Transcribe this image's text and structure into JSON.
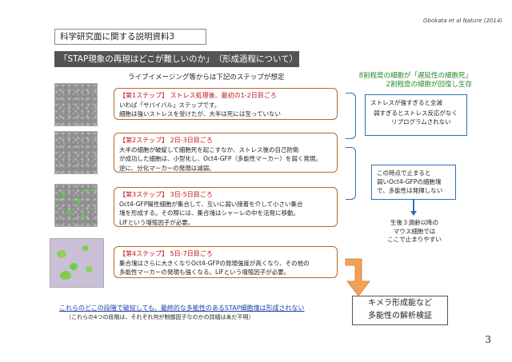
{
  "citation": "Obokata et al Nature (2014)",
  "title": "科学研究面に関する説明資料3",
  "subtitle": "「STAP現象の再現はどこが難しいのか」　（形成過程について）",
  "live_note": "ライブイメージング等からは下記のステップが想定",
  "right_header": {
    "line1": "8割程度の細胞が「遅延性の細胞死」",
    "line2": "2割程度の細胞が回復し生存"
  },
  "steps": [
    {
      "title": "【第1ステップ】 ストレス処理後、最初の1-2日目ごろ",
      "lines": [
        "いわば「サバイバル」ステップです。",
        "細胞は強いストレスを受けたが、大半は死には至っていない"
      ]
    },
    {
      "title": "【第2ステップ】 2日-3日目ごろ",
      "lines": [
        "大半の細胞が破綻して細胞死を起こすなか、ストレス後の自己防衛",
        "が成功した細胞は、小型化し、Oct4-GFP（多能性マーカー）を弱く発現。",
        "逆に、分化マーカーの発現は減弱。"
      ]
    },
    {
      "title": "【第3ステップ】 3日-5日目ごろ",
      "lines": [
        "Oct4-GFP陽性細胞が集合して、互いに弱い接着を介して小さい集合",
        "塊を形成する。その際には、集合塊はシャーレの中を活発に移動。",
        "LIFという増殖因子が必要。"
      ]
    },
    {
      "title": "【第4ステップ】 5日-7日目ごろ",
      "lines": [
        "集合塊はさらに大きくなりOct4-GFPの発現強度が高くなり、その他の",
        "多能性マーカーの発現も強くなる。LIFという増殖因子が必要。"
      ]
    }
  ],
  "box_a": {
    "line1": "ストレスが強すぎると全滅",
    "line2": "弱すぎるとストレス反応がなく",
    "line3": "リプログラムされない"
  },
  "box_b": {
    "line1": "この時点で止まると",
    "line2": "弱いOct4-GFPの細胞塊",
    "line3": "で、多能性は発揮しない"
  },
  "mouse_note": {
    "line1": "生後３週齢以降の",
    "line2": "マウス細胞では",
    "line3": "ここで止まりやすい"
  },
  "outcome": {
    "line1": "キメラ形成能など",
    "line2": "多能性の解析検証"
  },
  "bottom_note": "これらのどこの段階で破綻しても、最終的な多能性のあるSTAP細胞塊は形成されない",
  "bottom_sub": "（これらの4つの段階は、それぞれ何が制御因子なのかの詳細は未だ不明）",
  "page_number": "3",
  "colors": {
    "step_title": "#c0141a",
    "green_header": "#2a8a2a",
    "blue": "#2f6fb8",
    "orange_arrow": "#f0a15a",
    "gfp_green": "#4fd83a"
  }
}
